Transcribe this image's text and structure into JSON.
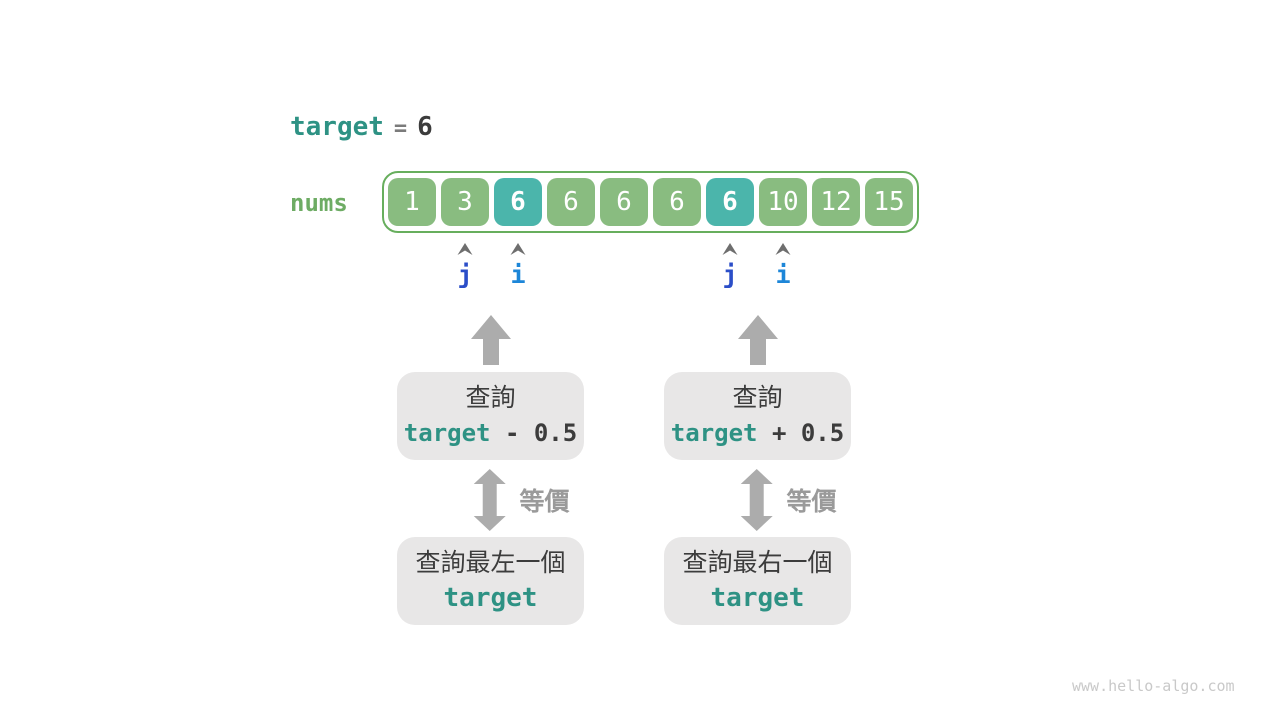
{
  "header": {
    "target_label": "target",
    "equals": "=",
    "target_value": "6"
  },
  "array": {
    "label": "nums",
    "values": [
      "1",
      "3",
      "6",
      "6",
      "6",
      "6",
      "6",
      "10",
      "12",
      "15"
    ],
    "highlight_indices": [
      2,
      6
    ]
  },
  "pointers": [
    {
      "name": "j",
      "box_index": 1,
      "color": "#2B4EC8"
    },
    {
      "name": "i",
      "box_index": 2,
      "color": "#1D86D8"
    },
    {
      "name": "j",
      "box_index": 6,
      "color": "#2B4EC8"
    },
    {
      "name": "i",
      "box_index": 7,
      "color": "#1D86D8"
    }
  ],
  "columns": [
    {
      "query_label": "查詢",
      "expr_target": "target",
      "expr_rest": " - 0.5",
      "equiv_label": "等價",
      "result_line1": "查詢最左一個",
      "result_line2": "target"
    },
    {
      "query_label": "查詢",
      "expr_target": "target",
      "expr_rest": " + 0.5",
      "equiv_label": "等價",
      "result_line1": "查詢最右一個",
      "result_line2": "target"
    }
  ],
  "watermark": "www.hello-algo.com",
  "colors": {
    "teal_text": "#2E9284",
    "green_label": "#6EAC64",
    "array_border": "#67AE5D",
    "cell_green": "#89BC80",
    "cell_teal": "#4BB5AB",
    "dark_text": "#3C3C3C",
    "gray_box": "#E8E7E7",
    "arrow_gray": "#ACACAC",
    "caret_gray": "#6E6E6E",
    "equiv_gray": "#9A9A9A",
    "watermark_gray": "#C9C9C9",
    "pointer_j_blue": "#2B4EC8",
    "pointer_i_blue": "#1D86D8"
  }
}
